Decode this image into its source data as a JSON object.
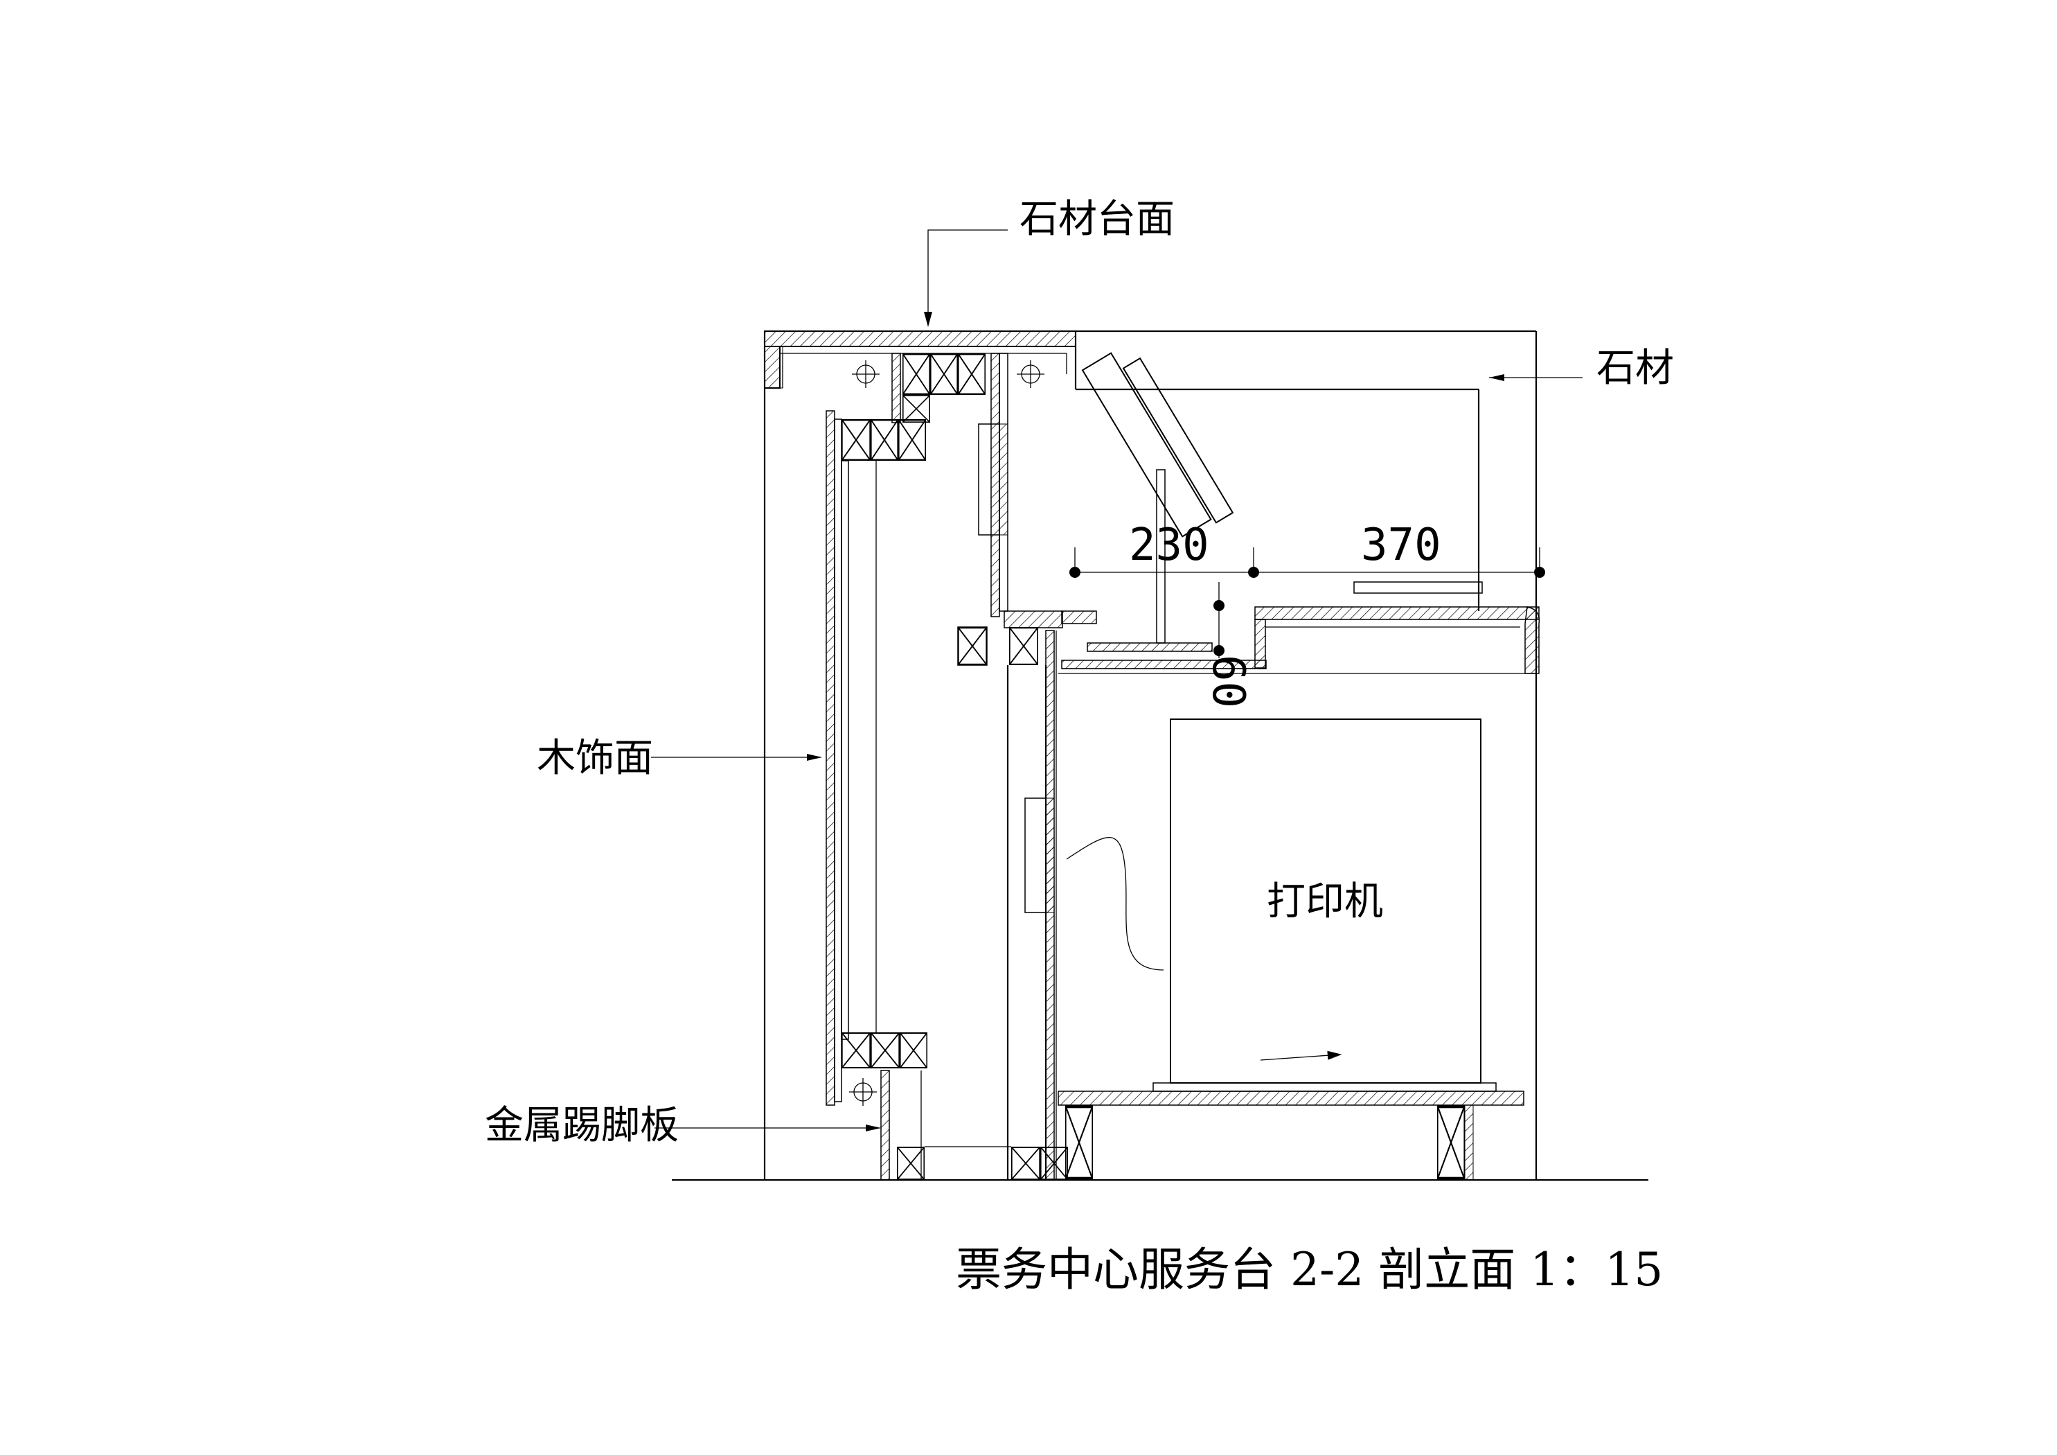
{
  "labels": {
    "countertop": "石材台面",
    "stone": "石材",
    "wood_finish": "木饰面",
    "metal_kickplate": "金属踢脚板",
    "printer": "打印机"
  },
  "dimensions": {
    "d230": "230",
    "d370": "370",
    "d60": "60"
  },
  "title": "票务中心服务台 2-2 剖立面 1：15"
}
